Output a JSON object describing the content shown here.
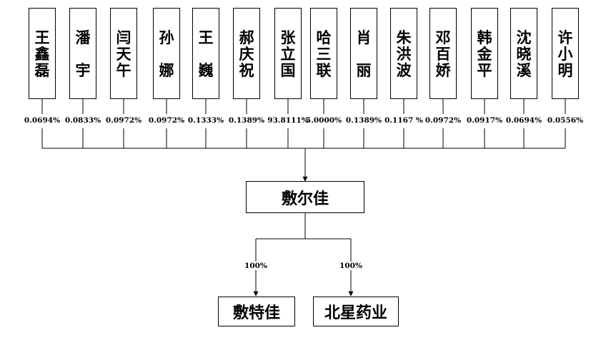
{
  "shareholders": [
    {
      "name": "王鑫磊",
      "chars": [
        "王",
        "鑫",
        "磊"
      ],
      "pct": "0.0694%"
    },
    {
      "name": "潘宇",
      "chars": [
        "潘",
        "",
        "宇"
      ],
      "pct": "0.0833%"
    },
    {
      "name": "闫天午",
      "chars": [
        "闫",
        "天",
        "午"
      ],
      "pct": "0.0972%"
    },
    {
      "name": "孙娜",
      "chars": [
        "孙",
        "",
        "娜"
      ],
      "pct": "0.0972%"
    },
    {
      "name": "王巍",
      "chars": [
        "王",
        "",
        "巍"
      ],
      "pct": "0.1333%"
    },
    {
      "name": "郝庆祝",
      "chars": [
        "郝",
        "庆",
        "祝"
      ],
      "pct": "0.1389%"
    },
    {
      "name": "张立国",
      "chars": [
        "张",
        "立",
        "国"
      ],
      "pct": "93.8111%"
    },
    {
      "name": "哈三联",
      "chars": [
        "哈",
        "三",
        "联"
      ],
      "pct": "5.0000%"
    },
    {
      "name": "肖丽",
      "chars": [
        "肖",
        "",
        "丽"
      ],
      "pct": "0.1389%"
    },
    {
      "name": "朱洪波",
      "chars": [
        "朱",
        "洪",
        "波"
      ],
      "pct": "0.1167 %"
    },
    {
      "name": "邓百娇",
      "chars": [
        "邓",
        "百",
        "娇"
      ],
      "pct": "0.0972%"
    },
    {
      "name": "韩金平",
      "chars": [
        "韩",
        "金",
        "平"
      ],
      "pct": "0.0917%"
    },
    {
      "name": "沈晓溪",
      "chars": [
        "沈",
        "晓",
        "溪"
      ],
      "pct": "0.0694%"
    },
    {
      "name": "许小明",
      "chars": [
        "许",
        "小",
        "明"
      ],
      "pct": "0.0556%"
    }
  ],
  "parent": {
    "name": "敷尔佳"
  },
  "subsidiaries": [
    {
      "name": "敷特佳",
      "pct": "100%"
    },
    {
      "name": "北星药业",
      "pct": "100%"
    }
  ]
}
